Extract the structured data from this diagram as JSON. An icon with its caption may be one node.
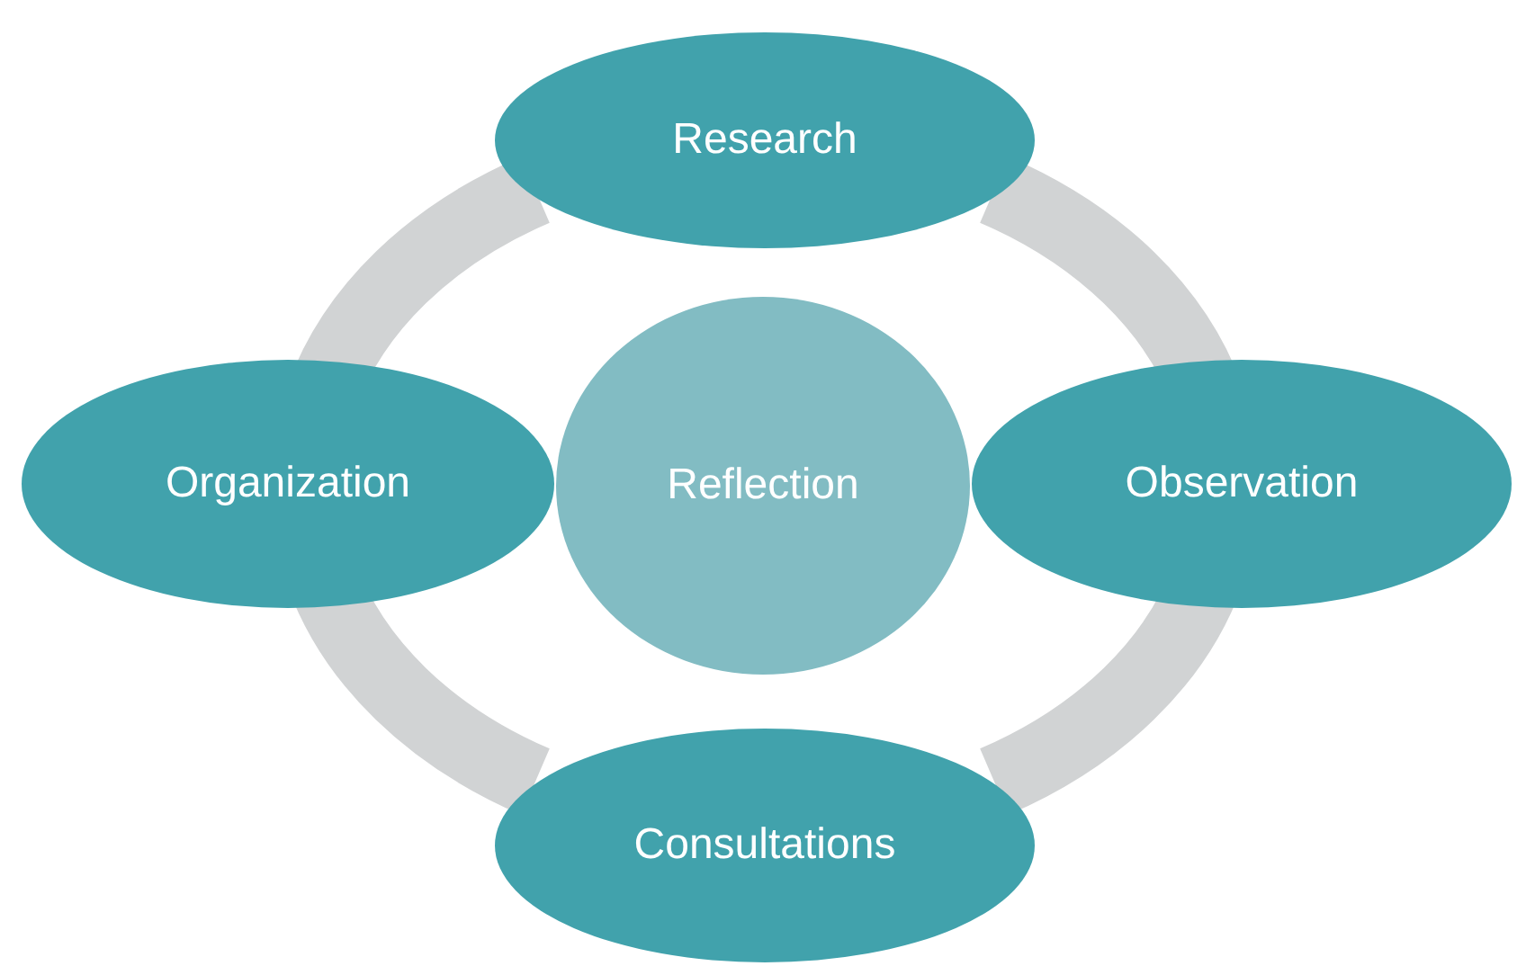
{
  "diagram": {
    "nodes": [
      {
        "text": [
          "Research"
        ]
      },
      {
        "text": [
          "Organization"
        ]
      },
      {
        "text": [
          "Reflection"
        ]
      },
      {
        "text": [
          "Observation"
        ]
      },
      {
        "text": [
          "Consultations"
        ]
      }
    ],
    "edges": [
      {
        "from": 0,
        "to": 3,
        "arrow": "none"
      },
      {
        "from": 3,
        "to": 4,
        "arrow": "none"
      },
      {
        "from": 4,
        "to": 1,
        "arrow": "none"
      },
      {
        "from": 1,
        "to": 0,
        "arrow": "none"
      }
    ]
  }
}
